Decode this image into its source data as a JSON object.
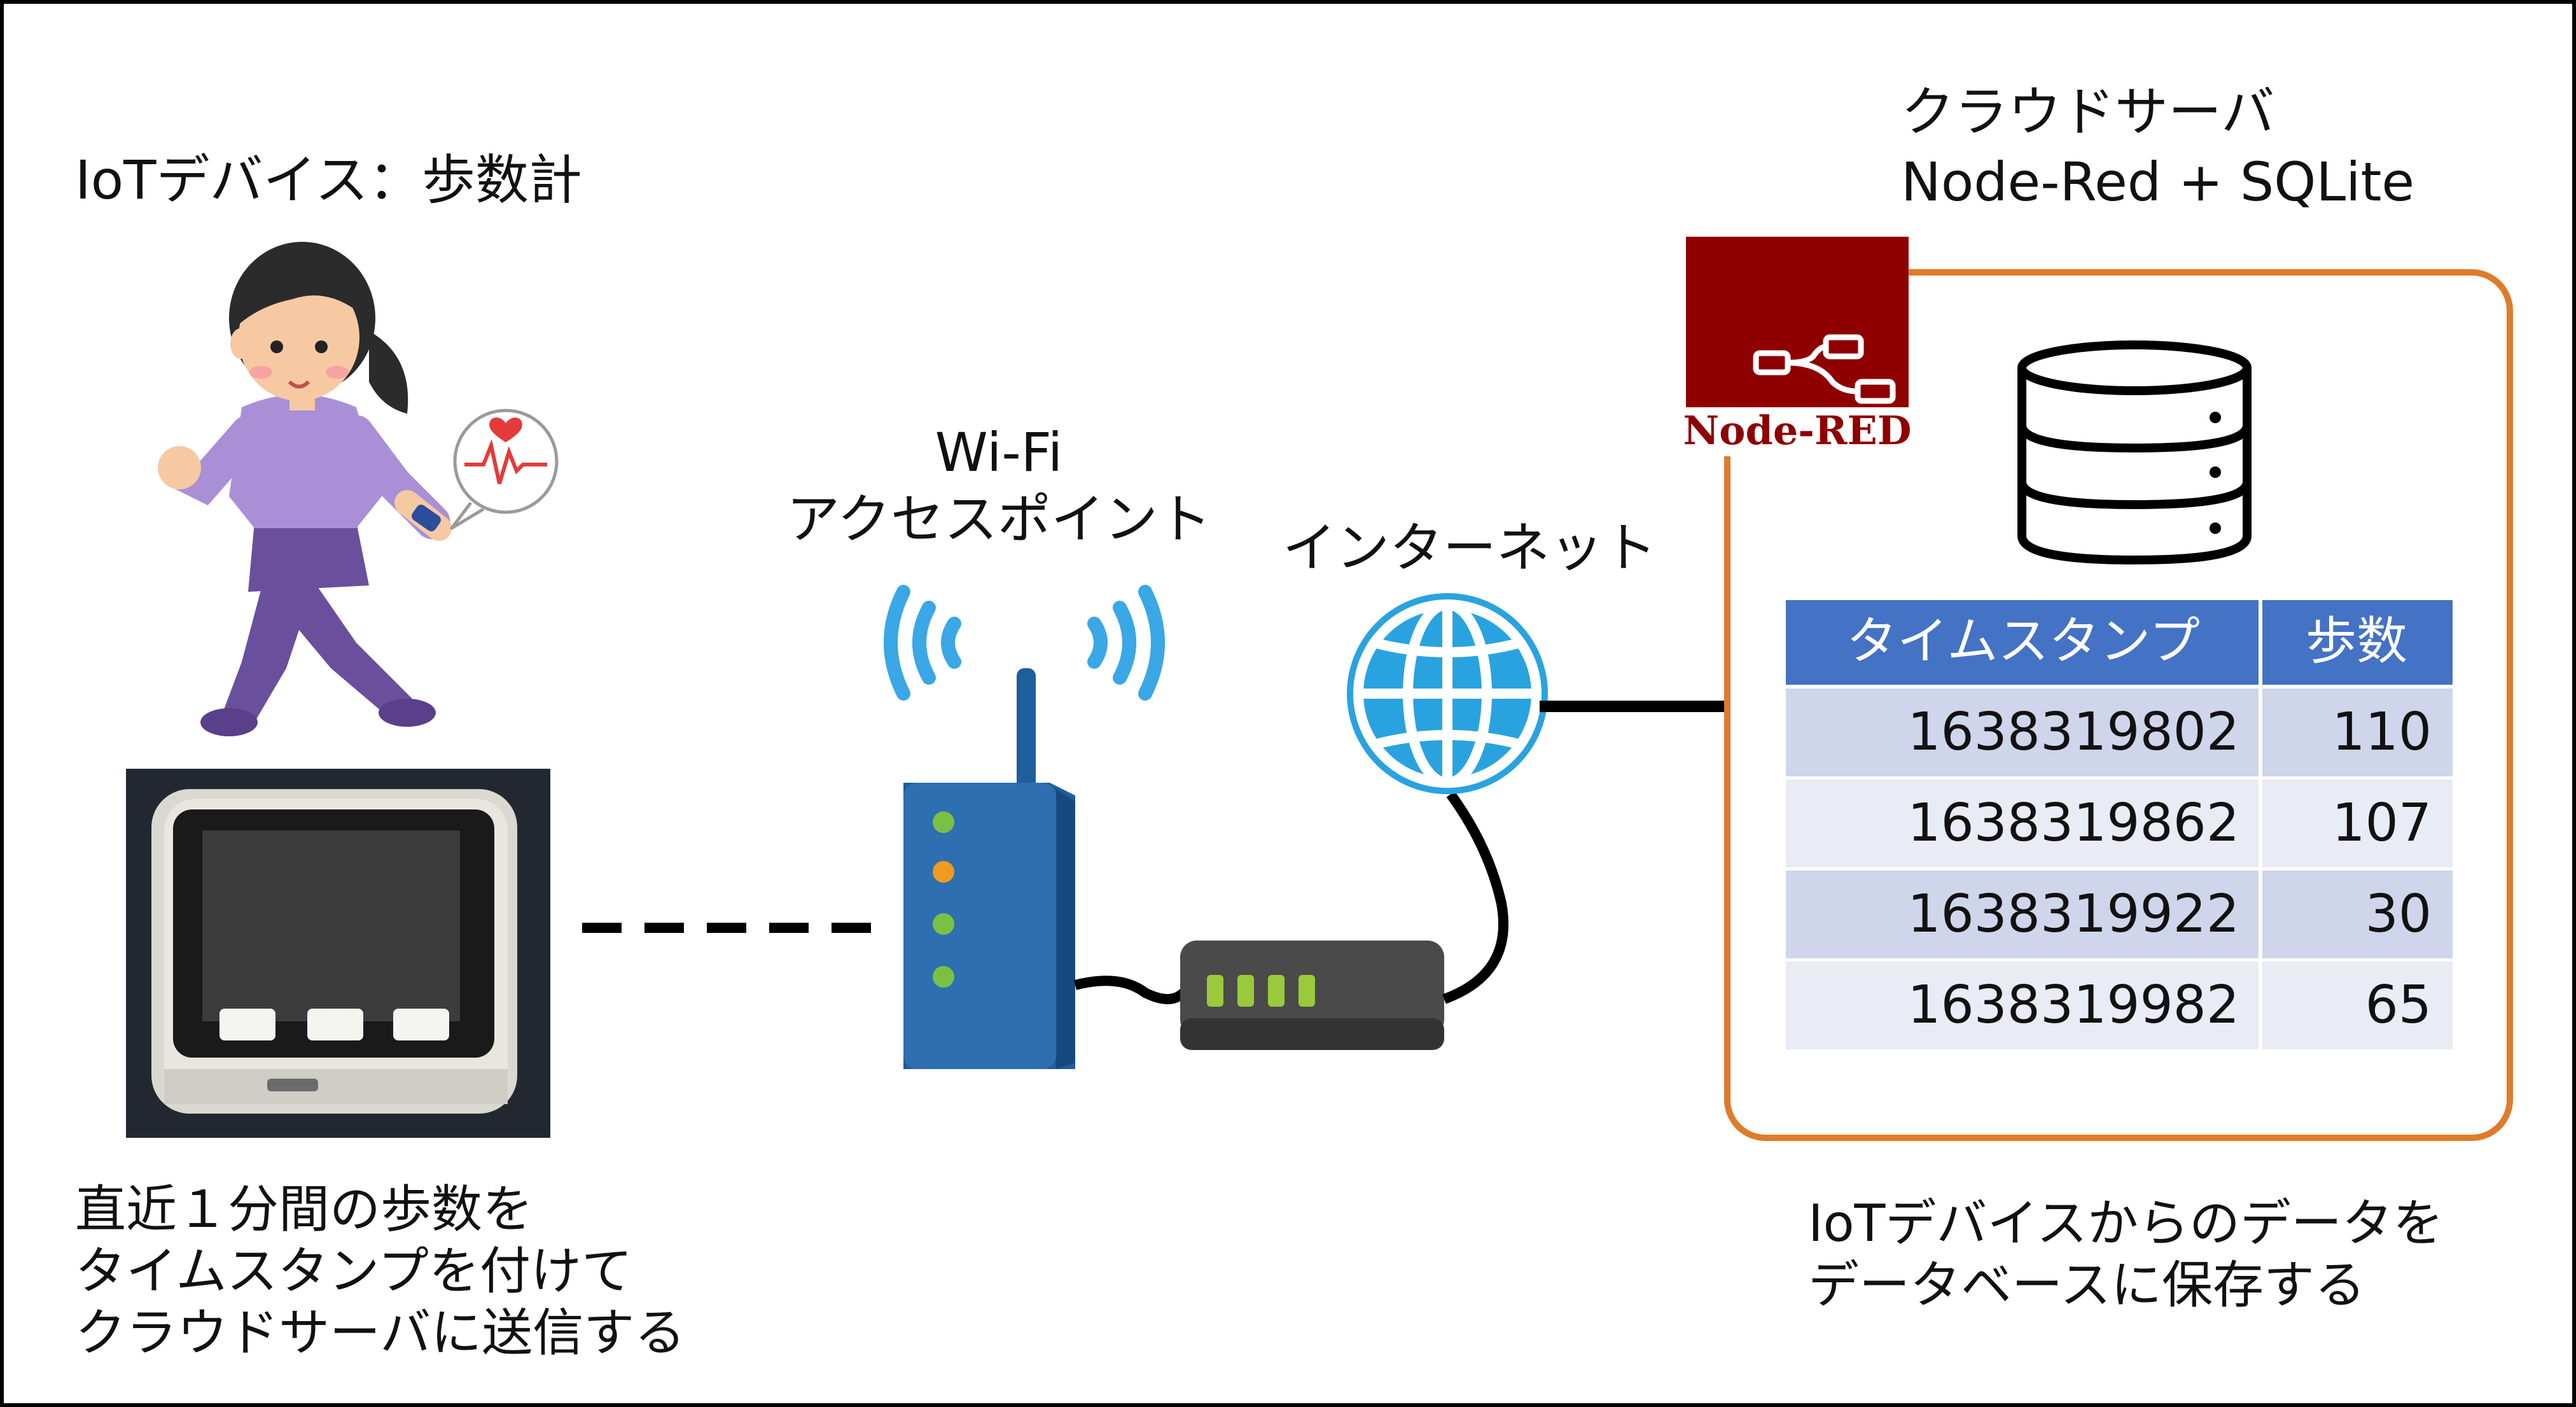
{
  "device": {
    "title": "IoTデバイス：歩数計",
    "description": [
      "直近１分間の歩数を",
      "タイムスタンプを付けて",
      "クラウドサーバに送信する"
    ]
  },
  "wifi": {
    "label_line1": "Wi-Fi",
    "label_line2": "アクセスポイント"
  },
  "internet": {
    "label": "インターネット"
  },
  "cloud": {
    "title_line1": "クラウドサーバ",
    "title_line2": "Node-Red + SQLite",
    "logo_text": "Node-RED",
    "description": [
      "IoTデバイスからのデータを",
      "データベースに保存する"
    ],
    "table": {
      "headers": [
        "タイムスタンプ",
        "歩数"
      ],
      "rows": [
        [
          "1638319802",
          "110"
        ],
        [
          "1638319862",
          "107"
        ],
        [
          "1638319922",
          "30"
        ],
        [
          "1638319982",
          "65"
        ]
      ]
    }
  },
  "colors": {
    "border": "#000000",
    "cloud_border": "#e07b2a",
    "nodered_red": "#8f0000",
    "table_header": "#4472c4",
    "table_row_dark": "#cfd5ea",
    "table_row_light": "#e9ebf5",
    "router_blue": "#1f5e9c",
    "globe_blue": "#29a3e0",
    "wifi_blue": "#3aa7e6",
    "led_green": "#7ac143",
    "led_orange": "#f39a1e"
  }
}
